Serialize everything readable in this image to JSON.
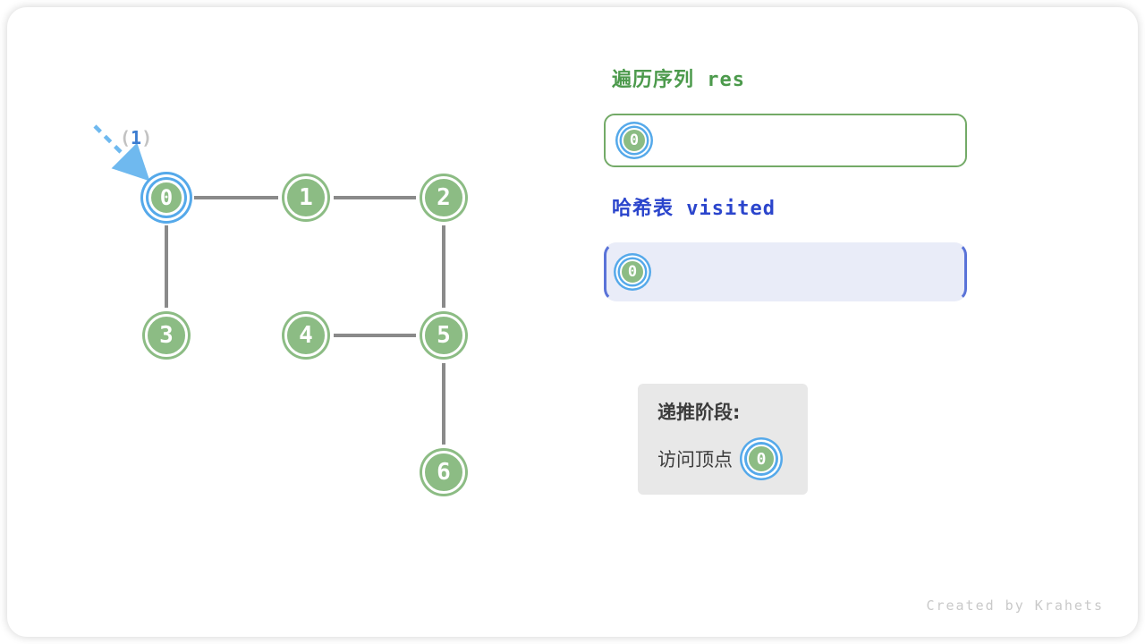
{
  "graph": {
    "node_labels": [
      "0",
      "1",
      "2",
      "3",
      "4",
      "5",
      "6"
    ],
    "highlighted_node": "0",
    "edges": [
      [
        "0",
        "1"
      ],
      [
        "1",
        "2"
      ],
      [
        "0",
        "3"
      ],
      [
        "2",
        "5"
      ],
      [
        "4",
        "5"
      ],
      [
        "5",
        "6"
      ]
    ]
  },
  "annotation": {
    "prefix": "(",
    "step": "1",
    "suffix": ")"
  },
  "panels": {
    "res": {
      "title": "遍历序列 res",
      "items": [
        "0"
      ]
    },
    "visited": {
      "title": "哈希表 visited",
      "items": [
        "0"
      ]
    },
    "status": {
      "phase_label": "递推阶段:",
      "action_label": "访问顶点",
      "node": "0"
    }
  },
  "footer": {
    "credit": "Created by Krahets"
  },
  "colors": {
    "node_green": "#8cbc84",
    "highlight_blue": "#55a9ea",
    "title_green": "#4c9a4c",
    "title_blue": "#2b45cc",
    "res_border_green": "#73aa67",
    "visited_bg": "#e9ecf8",
    "visited_bracket_blue": "#5a73d8",
    "status_bg": "#e8e8e8",
    "edge_gray": "#8a8a8a",
    "arrow_blue": "#6fb9ef"
  }
}
